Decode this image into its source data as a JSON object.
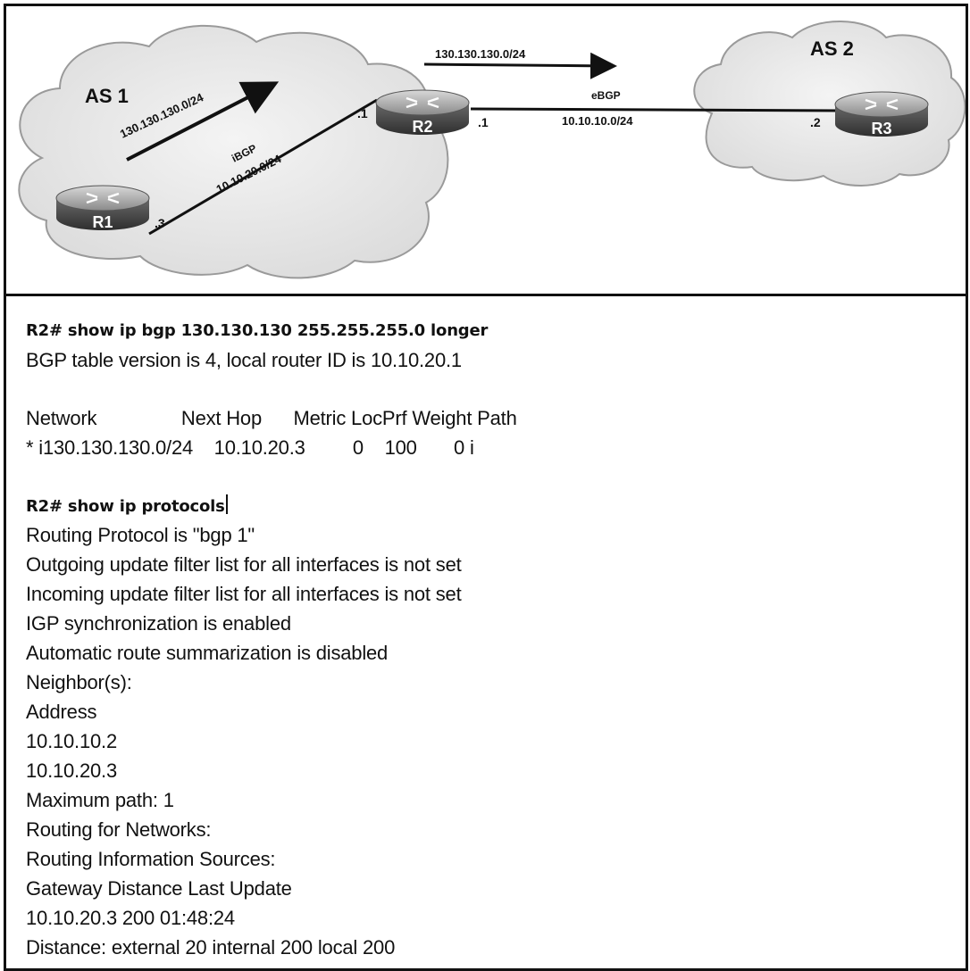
{
  "diagram": {
    "as1_label": "AS 1",
    "as2_label": "AS 2",
    "routers": {
      "r1": "R1",
      "r2": "R2",
      "r3": "R3"
    },
    "ibgp_label": "iBGP",
    "ibgp_network": "10.10.20.0/24",
    "ebgp_label": "eBGP",
    "ebgp_network": "10.10.10.0/24",
    "as1_prefix_arrow": "130.130.130.0/24",
    "top_prefix_arrow": "130.130.130.0/24",
    "r1_iface": ".3",
    "r2_left_iface": ".1",
    "r2_right_iface": ".1",
    "r3_iface": ".2",
    "icons": [
      "router-icon",
      "cloud-icon",
      "arrow-icon"
    ]
  },
  "cli": {
    "lines": [
      "R2# show ip bgp 130.130.130 255.255.255.0 longer",
      "BGP table version is 4, local router ID is 10.10.20.1",
      "Network                Next Hop      Metric LocPrf Weight Path",
      "* i130.130.130.0/24    10.10.20.3         0    100       0 i",
      "R2# show ip protocols",
      "Routing Protocol is \"bgp 1\"",
      "Outgoing update filter list for all interfaces is not set",
      "Incoming update filter list for all interfaces is not set",
      "IGP synchronization is enabled",
      "Automatic route summarization is disabled",
      "Neighbor(s):",
      "Address",
      "10.10.10.2",
      "10.10.20.3",
      "Maximum path: 1",
      "Routing for Networks:",
      "Routing Information Sources:",
      "Gateway Distance Last Update",
      "10.10.20.3 200 01:48:24",
      "Distance: external 20 internal 200 local 200"
    ]
  }
}
